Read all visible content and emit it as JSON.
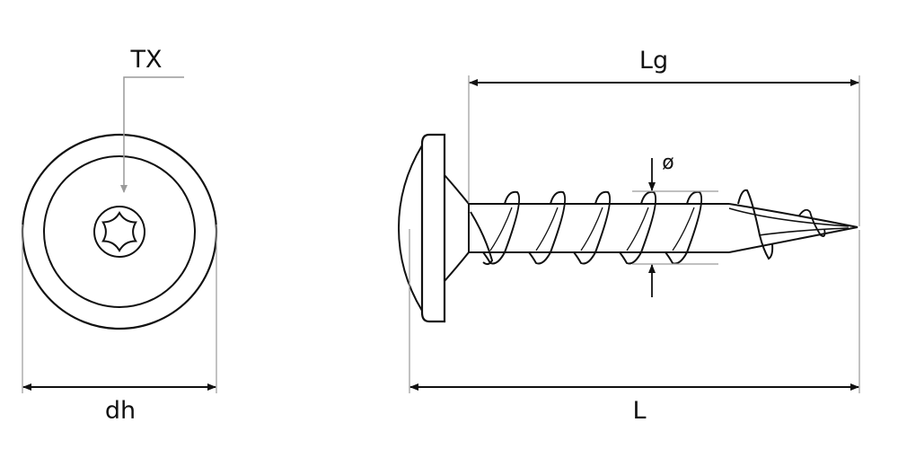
{
  "labels": {
    "tx": "TX",
    "dh": "dh",
    "lg": "Lg",
    "l": "L",
    "diameter": "ø"
  },
  "colors": {
    "outline": "#111111",
    "leader": "#9a9a9a",
    "background": "#ffffff"
  }
}
